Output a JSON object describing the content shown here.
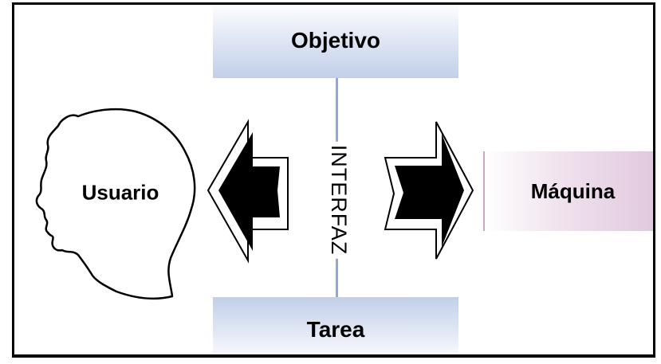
{
  "diagram": {
    "goal_label": "Objetivo",
    "task_label": "Tarea",
    "interface_label": "INTERFAZ",
    "user_label": "Usuario",
    "machine_label": "Máquina"
  },
  "colors": {
    "band_blue": "#c2cfe9",
    "machine_pink": "#e0c6dc",
    "interface_line": "#8fa9d6",
    "arrow_fill": "#000000"
  },
  "icons": {
    "user": "head-silhouette-icon",
    "left_arrow": "arrow-left-icon",
    "right_arrow": "arrow-right-icon"
  }
}
